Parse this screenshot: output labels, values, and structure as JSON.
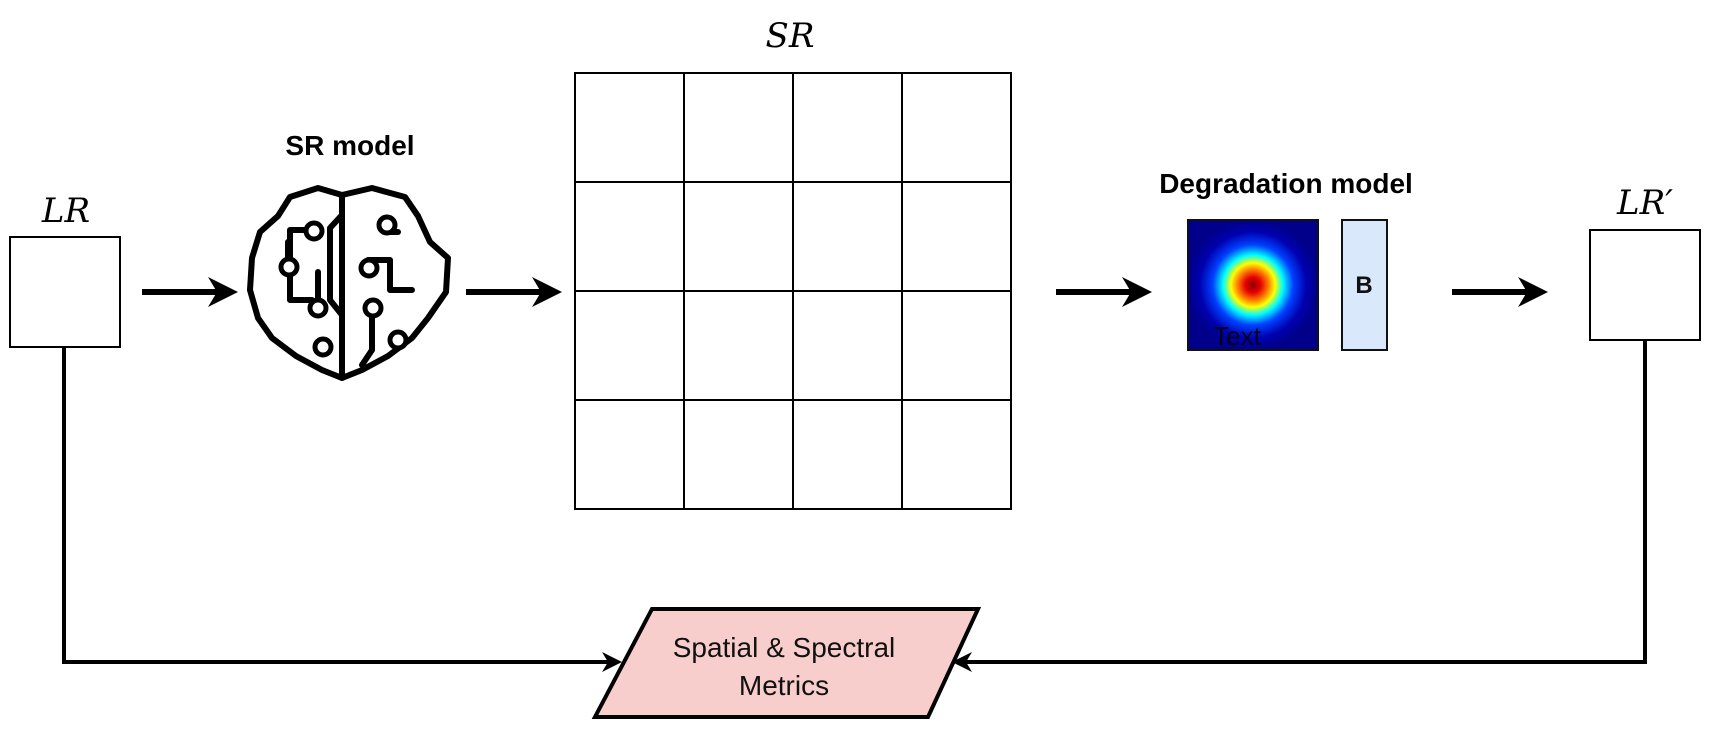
{
  "labels": {
    "lr": "LR",
    "sr": "SR",
    "lr_prime": "LR′",
    "sr_model": "SR model",
    "degradation_model": "Degradation model",
    "kernel_overlay": "Text",
    "band_box": "B",
    "metrics_line1": "Spatial & Spectral",
    "metrics_line2": "Metrics"
  },
  "sr_grid": {
    "rows": 4,
    "cols": 4
  },
  "icons": {
    "sr_model": "brain-circuit-icon",
    "kernel": "gaussian-kernel-heatmap"
  },
  "colors": {
    "stroke": "#000000",
    "metrics_fill": "#f8cecc",
    "band_fill": "#dae8fc",
    "band_stroke": "#111111",
    "kernel_background": "#00008b"
  }
}
